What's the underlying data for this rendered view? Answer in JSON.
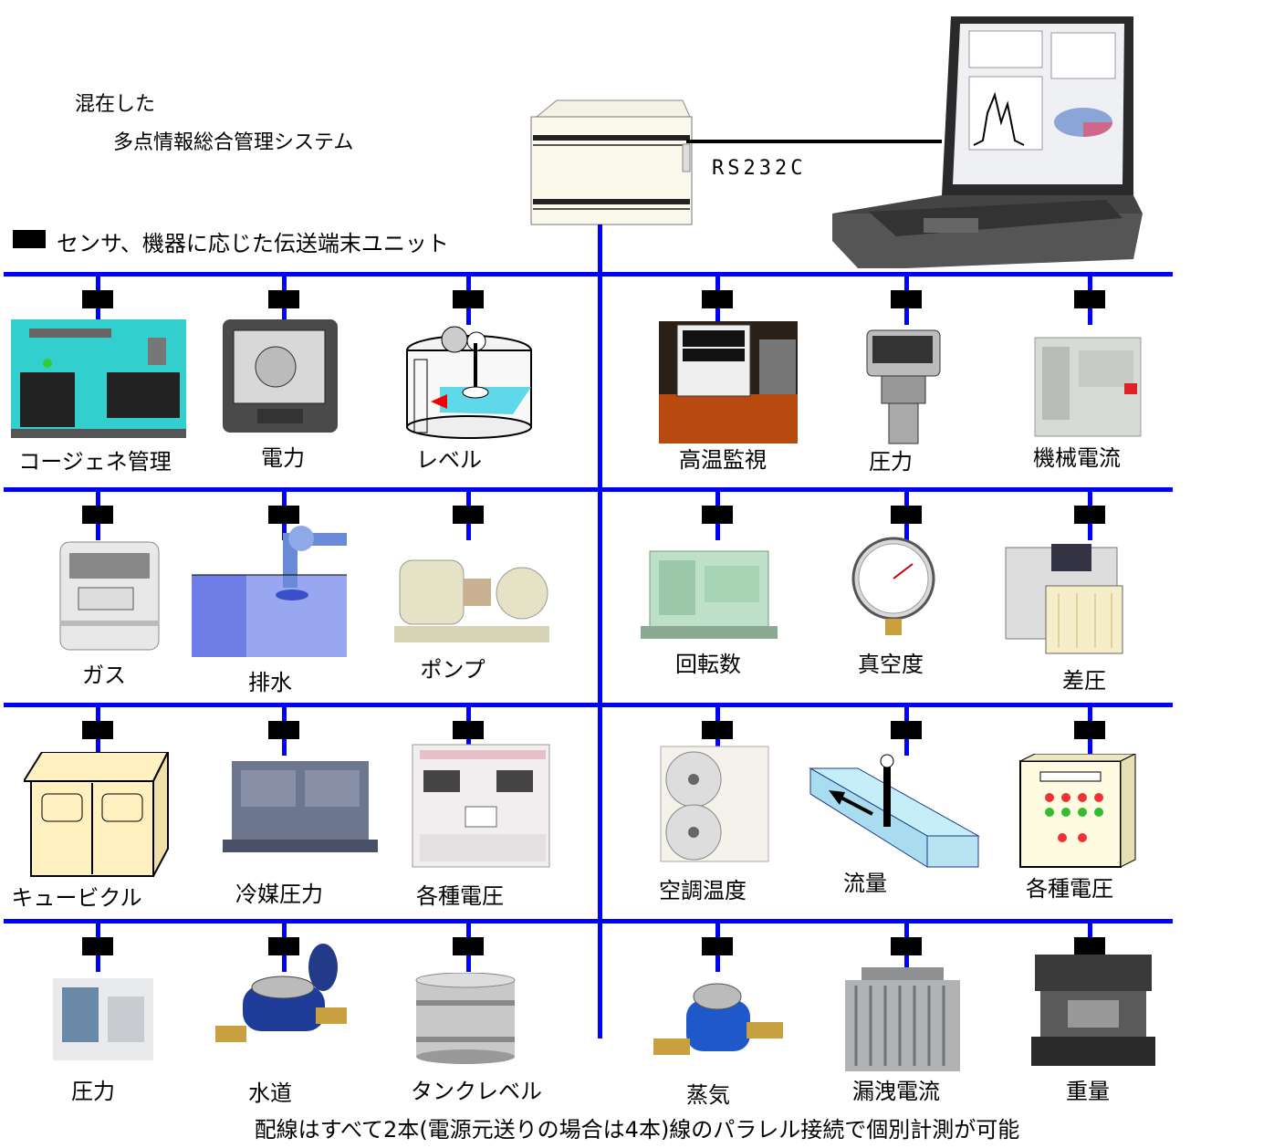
{
  "title": {
    "line1": "混在した",
    "line2": "多点情報総合管理システム"
  },
  "legend": {
    "label": "センサ、機器に応じた伝送端末ユニット"
  },
  "connection": {
    "label": "RS232C"
  },
  "colors": {
    "bus": "#0000ff",
    "terminal": "#000000"
  },
  "rows": [
    {
      "left": [
        "コージェネ管理",
        "電力",
        "レベル"
      ],
      "right": [
        "高温監視",
        "圧力",
        "機械電流"
      ]
    },
    {
      "left": [
        "ガス",
        "排水",
        "ポンプ"
      ],
      "right": [
        "回転数",
        "真空度",
        "差圧"
      ]
    },
    {
      "left": [
        "キュービクル",
        "冷媒圧力",
        "各種電圧"
      ],
      "right": [
        "空調温度",
        "流量",
        "各種電圧"
      ]
    },
    {
      "left": [
        "圧力",
        "水道",
        "タンクレベル"
      ],
      "right": [
        "蒸気",
        "漏洩電流",
        "重量"
      ]
    }
  ],
  "footer": "配線はすべて2本(電源元送りの場合は4本)線のパラレル接続で個別計測が可能"
}
